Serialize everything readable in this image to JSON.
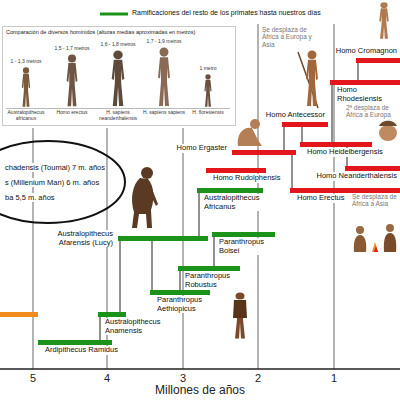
{
  "diagram": {
    "nodes": [
      {
        "text": [
          "Comparación de diversos homínidos (alturas medias aproximadas en metros)"
        ]
      },
      {
        "text": [
          "Homo Cromagnon"
        ]
      },
      {
        "text": [
          "Homo Rhodesiensis"
        ]
      },
      {
        "text": [
          "Homo Antecessor"
        ]
      },
      {
        "text": [
          "Homo Heidelbergensis"
        ]
      },
      {
        "text": [
          "Homo Ergaster"
        ]
      },
      {
        "text": [
          "chadensis (Toumai) 7 m. años",
          "s (Millenium Man) 6 m. años",
          "ba 5,5 m. años"
        ]
      },
      {
        "text": [
          "Homo Neanderthalensis"
        ]
      },
      {
        "text": [
          "Homo Rudolphensis"
        ]
      },
      {
        "text": [
          "Australopithecus Africanus"
        ]
      },
      {
        "text": [
          "Homo Erectus"
        ]
      },
      {
        "text": [
          "Paranthropus Boisei"
        ]
      },
      {
        "text": [
          "Australopithecus Afarensis (Lucy)"
        ]
      },
      {
        "text": [
          "Paranthropus Robustus"
        ]
      },
      {
        "text": [
          "Paranthropus Aethiopicus"
        ]
      },
      {
        "text": [
          "Australopithecus Anamensis"
        ]
      },
      {
        "text": [
          "Ardipithecus Ramidus"
        ]
      }
    ],
    "edges": [
      {
        "from": 16,
        "to": 15,
        "arrow": "none"
      },
      {
        "from": 15,
        "to": 12,
        "arrow": "none"
      },
      {
        "from": 12,
        "to": 9,
        "arrow": "none"
      },
      {
        "from": 12,
        "to": 14,
        "arrow": "none"
      },
      {
        "from": 14,
        "to": 13,
        "arrow": "none"
      },
      {
        "from": 13,
        "to": 11,
        "arrow": "none"
      },
      {
        "from": 5,
        "to": 10,
        "arrow": "none"
      },
      {
        "from": 5,
        "to": 3,
        "arrow": "none"
      },
      {
        "from": 3,
        "to": 4,
        "arrow": "none"
      },
      {
        "from": 4,
        "to": 7,
        "arrow": "none"
      },
      {
        "from": 4,
        "to": 2,
        "arrow": "none"
      },
      {
        "from": 2,
        "to": 1,
        "arrow": "none"
      }
    ],
    "labels": [
      "1 - 1,3 metros",
      "1,5 - 1,7 metros",
      "1,6 - 1,8 metros",
      "1,7 - 1,9 metros",
      "1 metro",
      "Australopithecus africanus",
      "Homo erectus",
      "H. sapiens neanderthalensis",
      "H. sapiens sapiens",
      "H. floresiensis",
      "Se desplaza de África a Europa y Asia",
      "2ª desplaza de África a Europa",
      "Se desplaza de África a Asia",
      "5",
      "4",
      "3",
      "2",
      "1",
      "Millones de años"
    ],
    "legend": [
      {
        "text": "Ramificaciones del resto de los primates hasta nuestros días"
      }
    ]
  }
}
